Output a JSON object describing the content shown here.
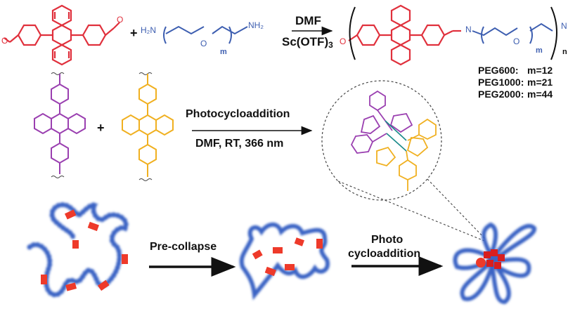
{
  "colors": {
    "anthracene_aldehyde": "#e0303c",
    "peg_chain": "#3d5eb0",
    "anthracene_purple": "#9a3fb0",
    "anthracene_yellow": "#f0b020",
    "dimer_bond": "#1a8a8a",
    "polymer_bead": "#3b63c4",
    "crosslinker_block": "#ee3a2a",
    "text": "#111111"
  },
  "reaction1": {
    "plus": "+",
    "amine_left": "H₂N",
    "amine_right": "NH₂",
    "ether_o": "O",
    "repeat_m": "m",
    "condition_top": "DMF",
    "condition_bottom_main": "Sc(OTF)",
    "condition_bottom_sub": "3",
    "product_aldehyde_o": "O",
    "product_imine_n": "N",
    "product_ether_o": "O",
    "product_m": "m",
    "product_n": "n",
    "product_end": "N"
  },
  "peg_table": [
    {
      "name": "PEG600:",
      "m": "m=12"
    },
    {
      "name": "PEG1000:",
      "m": "m=21"
    },
    {
      "name": "PEG2000:",
      "m": "m=44"
    }
  ],
  "reaction2": {
    "plus": "+",
    "condition_top": "Photocycloaddition",
    "condition_bottom": "DMF, RT, 366 nm"
  },
  "bottom_scheme": {
    "step1_label": "Pre-collapse",
    "step2_label_line1": "Photo",
    "step2_label_line2": "cycloaddition"
  }
}
